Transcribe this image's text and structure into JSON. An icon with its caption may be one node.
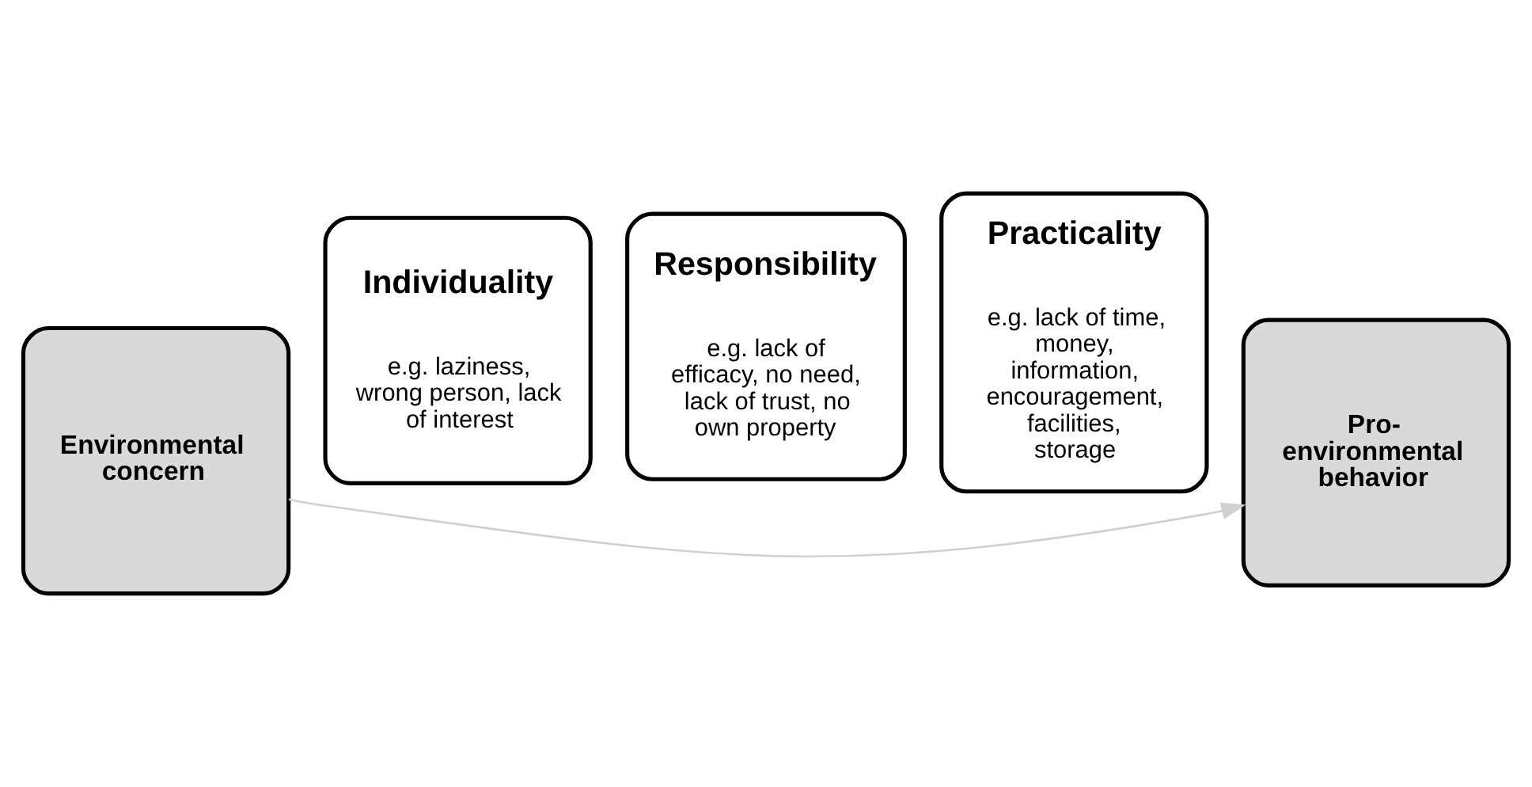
{
  "diagram": {
    "nodes": [
      {
        "text": [
          "Environmental concern"
        ]
      },
      {
        "text": [
          "Individuality",
          "e.g. laziness, wrong person, lack of interest"
        ]
      },
      {
        "text": [
          "Responsibility",
          "e.g. lack of efficacy, no need, lack of trust, no own property"
        ]
      },
      {
        "text": [
          "Practicality",
          "e.g. lack of time, money, information, encouragement, facilities, storage"
        ]
      },
      {
        "text": [
          "Pro-environmental behavior"
        ]
      }
    ],
    "edges": [
      {
        "from": 0,
        "to": 4,
        "arrow": "to",
        "color": "#d0d0d0"
      }
    ]
  }
}
